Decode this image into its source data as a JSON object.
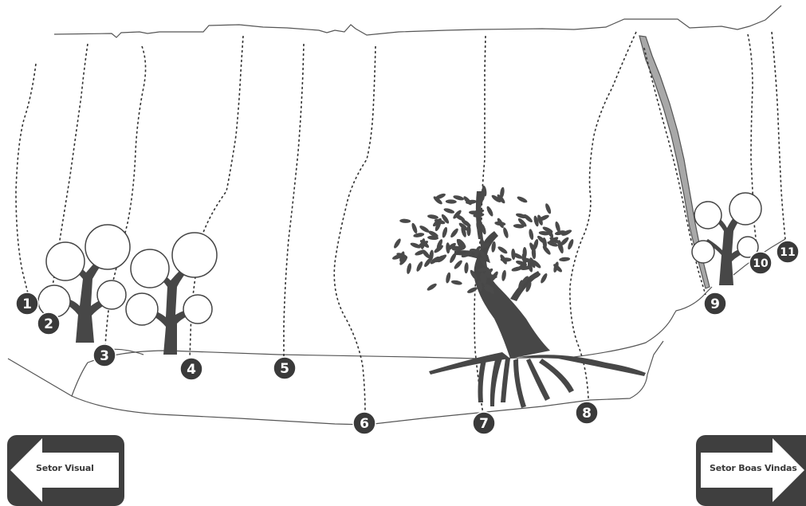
{
  "routes": [
    {
      "number": "1"
    },
    {
      "number": "2"
    },
    {
      "number": "3"
    },
    {
      "number": "4"
    },
    {
      "number": "5"
    },
    {
      "number": "6"
    },
    {
      "number": "7"
    },
    {
      "number": "8"
    },
    {
      "number": "9"
    },
    {
      "number": "10"
    },
    {
      "number": "11"
    }
  ],
  "navigation": {
    "previous_sector": "Setor Visual",
    "next_sector": "Setor Boas Vindas"
  },
  "colors": {
    "marker": "#3a3a3a",
    "tree": "#474747",
    "crack_fill": "#a8a8a8",
    "nav_button": "#3f3f3f"
  }
}
